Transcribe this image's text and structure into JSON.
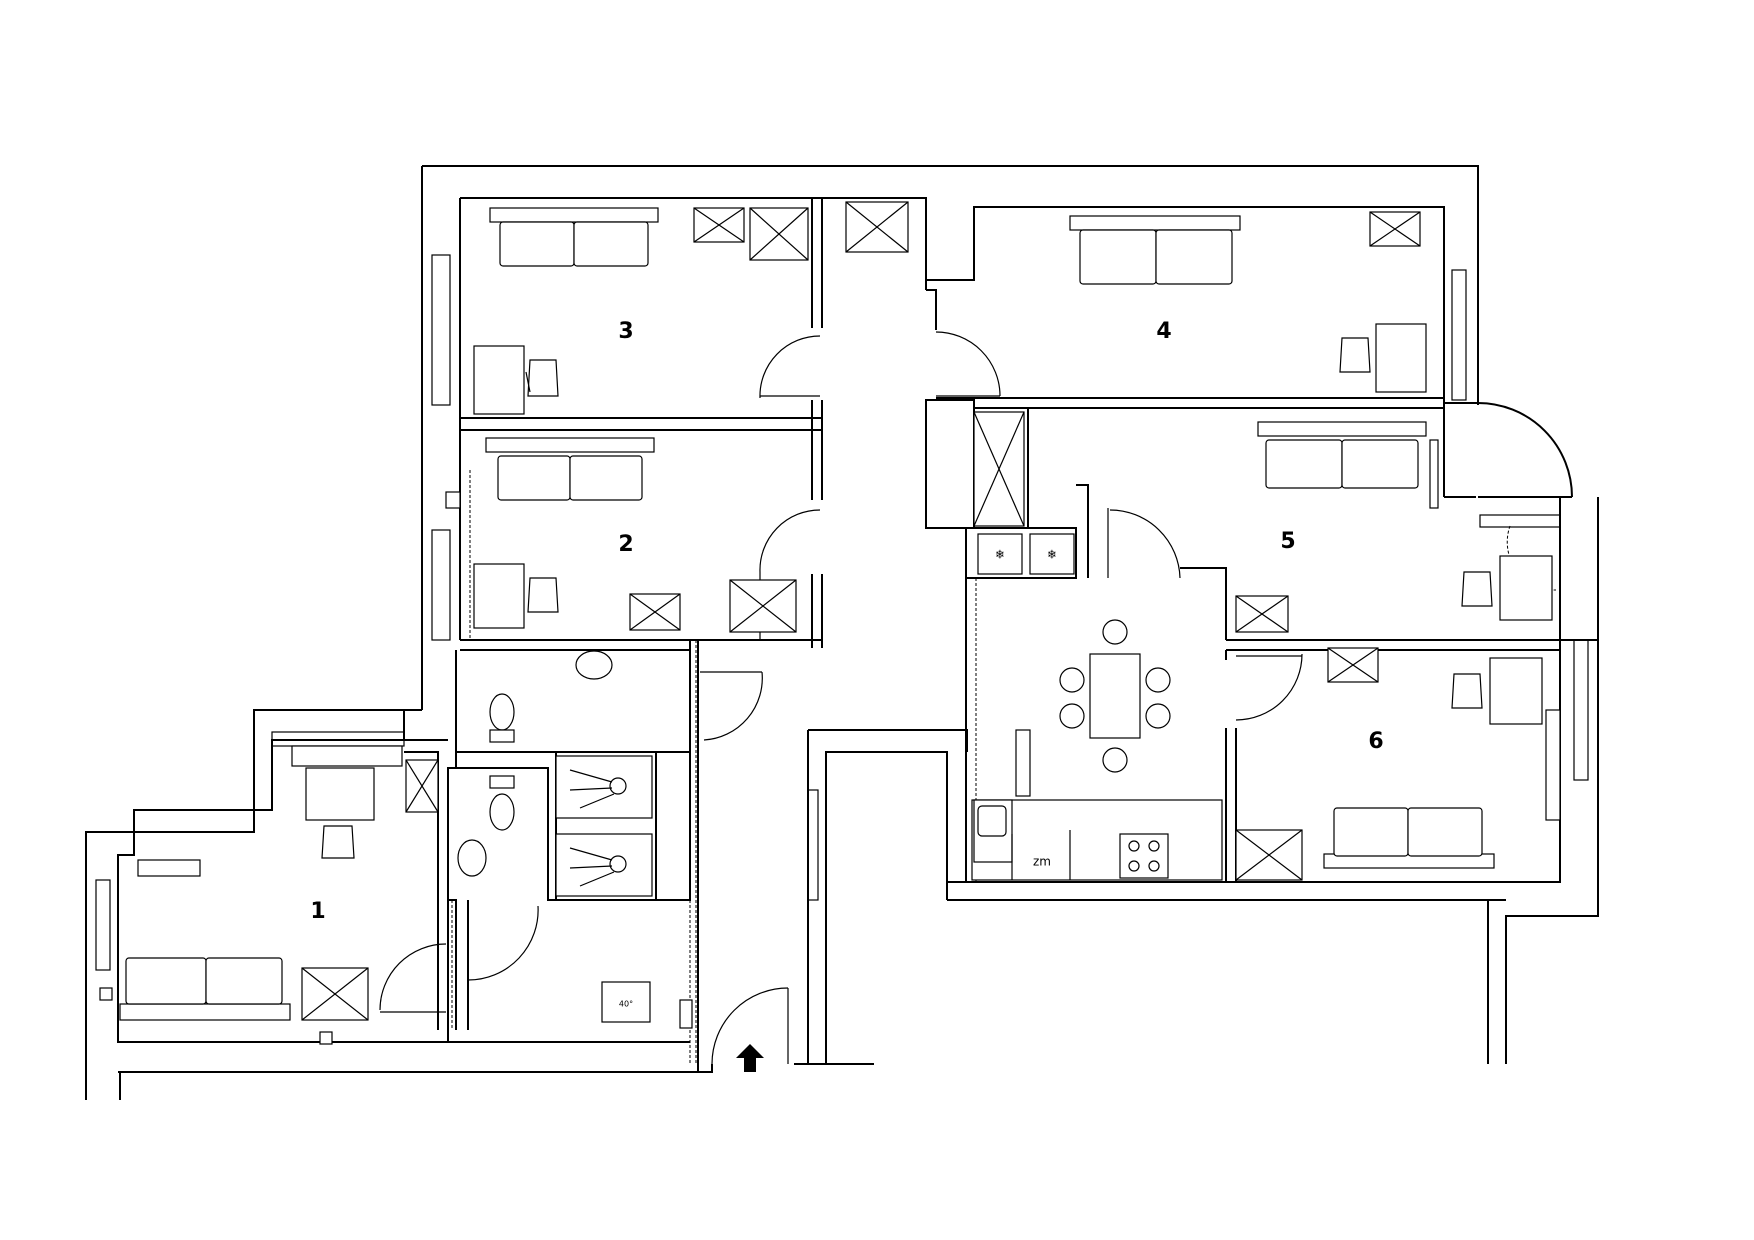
{
  "rooms": [
    {
      "number": "1"
    },
    {
      "number": "2"
    },
    {
      "number": "3"
    },
    {
      "number": "4"
    },
    {
      "number": "5"
    },
    {
      "number": "6"
    }
  ],
  "fixtures": {
    "fridge_label": "zm",
    "washer_label": "40°"
  },
  "icons": {
    "entrance": "entrance-arrow-icon",
    "freezer": "snowflake-icon"
  },
  "colors": {
    "line": "#000000",
    "background": "#ffffff"
  }
}
